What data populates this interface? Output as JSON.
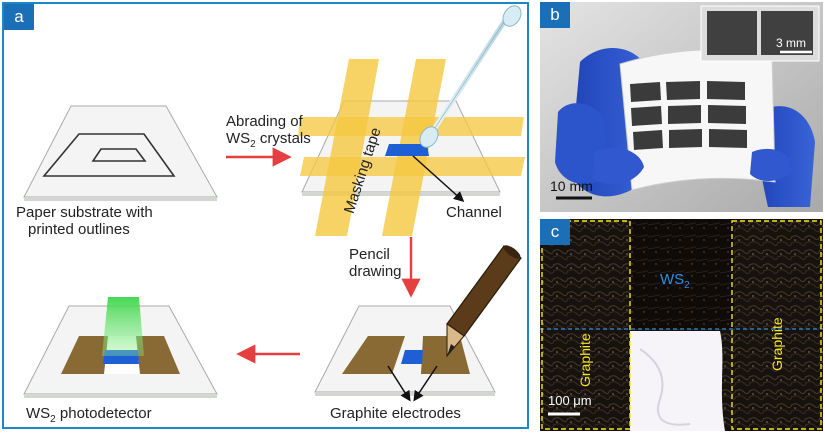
{
  "panel_a": {
    "tag": "a",
    "step1_label_line1": "Paper substrate with",
    "step1_label_line2": "printed outlines",
    "step2_arrow_line1": "Abrading of",
    "step2_arrow_line2_main": "WS",
    "step2_arrow_line2_sub": "2",
    "step2_arrow_line2_rest": " crystals",
    "masking_tape_label": "Masking tape",
    "channel_label": "Channel",
    "step3_arrow_line1": "Pencil",
    "step3_arrow_line2": "drawing",
    "electrodes_label": "Graphite electrodes",
    "photodetector_main": "WS",
    "photodetector_sub": "2",
    "photodetector_rest": " photodetector"
  },
  "panel_b": {
    "tag": "b",
    "scale_main": "10 mm",
    "scale_inset": "3 mm"
  },
  "panel_c": {
    "tag": "c",
    "ws2_main": "WS",
    "ws2_sub": "2",
    "graphite_left": "Graphite",
    "graphite_right": "Graphite",
    "scale": "100 μm"
  },
  "colors": {
    "frame_blue": "#1b86c8",
    "tag_blue": "#1b6fb6",
    "arrow_red": "#e5403f",
    "tape_yellow": "#f5c842",
    "ws2_blue": "#1f5fd6",
    "graphite_brown": "#8a6a34",
    "light_green": "#39d84a",
    "annotation_yellow": "#f4e61a"
  }
}
